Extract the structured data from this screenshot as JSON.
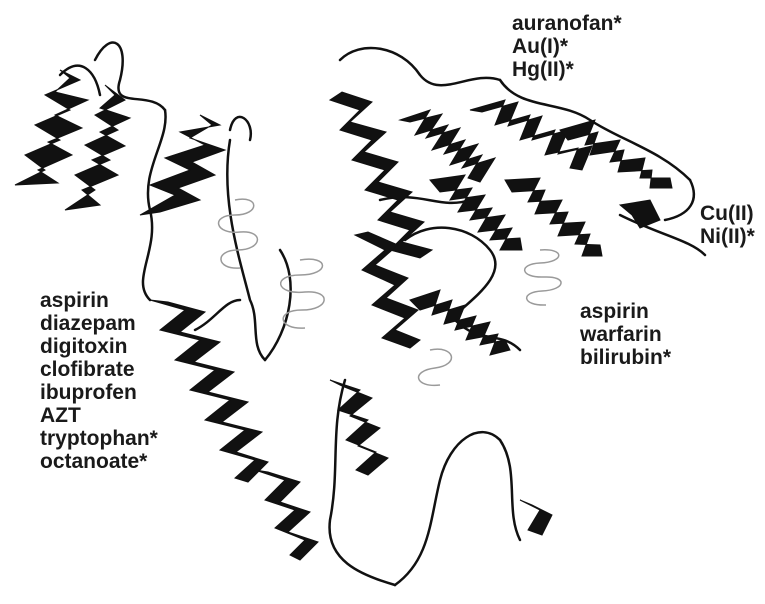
{
  "figure": {
    "label_groups": [
      {
        "id": "site-left",
        "labels": [
          "aspirin",
          "diazepam",
          "digitoxin",
          "clofibrate",
          "ibuprofen",
          "AZT",
          "tryptophan*",
          "octanoate*"
        ]
      },
      {
        "id": "site-top",
        "labels": [
          "auranofan*",
          "Au(I)*",
          "Hg(II)*"
        ]
      },
      {
        "id": "site-right",
        "labels": [
          "Cu(II)",
          "Ni(II)*"
        ]
      },
      {
        "id": "site-middle",
        "labels": [
          "aspirin",
          "warfarin",
          "bilirubin*"
        ]
      }
    ],
    "colors": {
      "ribbon": "#111111",
      "ribbon_light": "#9a9a9a",
      "text": "#1a1a1a",
      "background": "#ffffff"
    }
  }
}
